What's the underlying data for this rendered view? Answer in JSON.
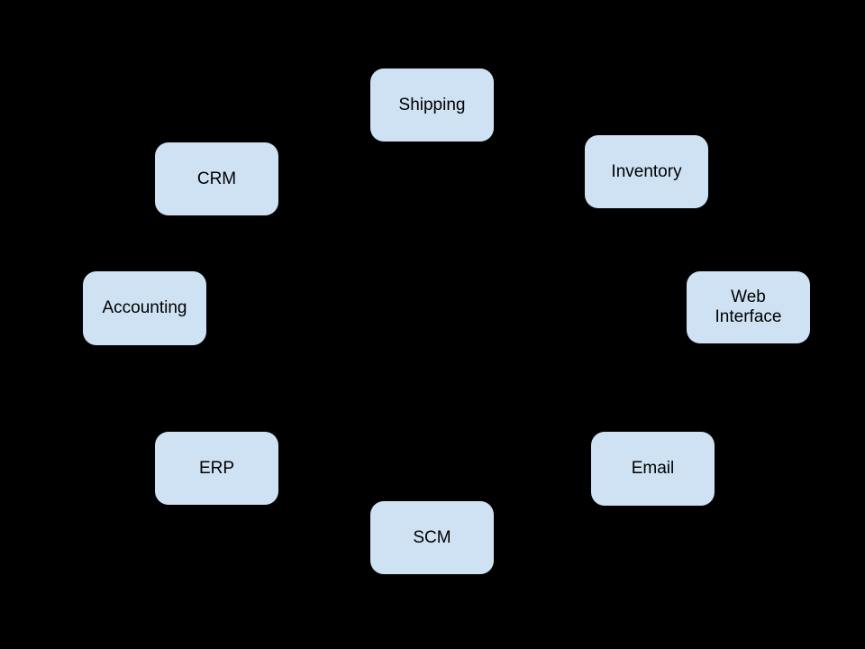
{
  "diagram": {
    "colors": {
      "background": "#000000",
      "node_fill": "#cfe2f3",
      "node_text": "#000000"
    },
    "nodes": [
      {
        "id": "shipping",
        "label": "Shipping"
      },
      {
        "id": "inventory",
        "label": "Inventory"
      },
      {
        "id": "web-interface",
        "label": "Web\nInterface"
      },
      {
        "id": "email",
        "label": "Email"
      },
      {
        "id": "scm",
        "label": "SCM"
      },
      {
        "id": "erp",
        "label": "ERP"
      },
      {
        "id": "accounting",
        "label": "Accounting"
      },
      {
        "id": "crm",
        "label": "CRM"
      }
    ]
  }
}
